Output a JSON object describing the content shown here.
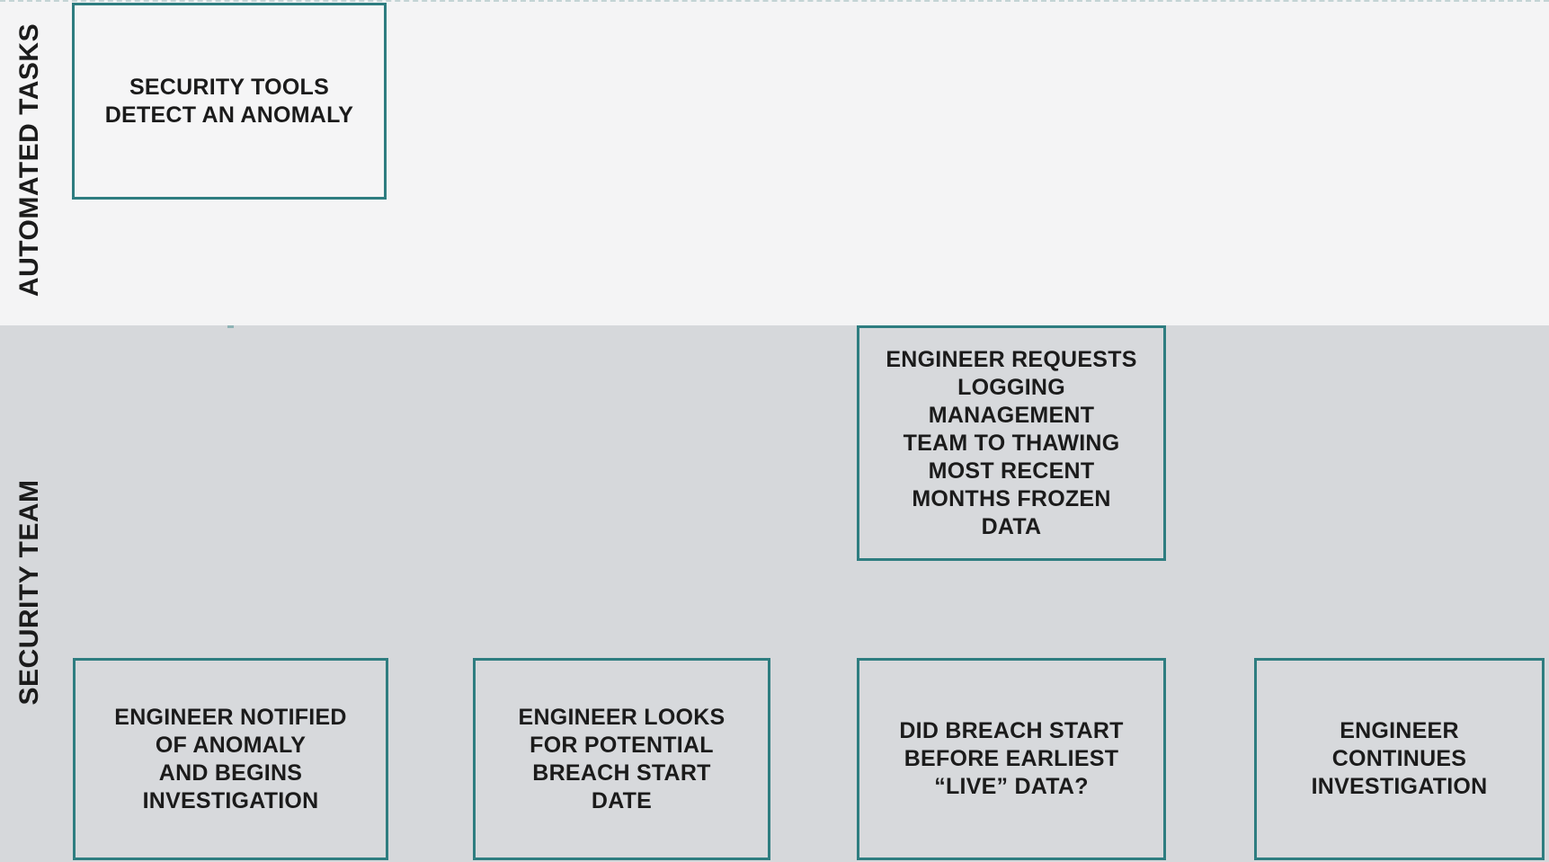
{
  "colors": {
    "accent_teal_border": "#2e7d80",
    "lane_automated_bg": "#f4f4f5",
    "lane_security_bg": "#d6d8db",
    "node_light_fill": "#f5f5f6",
    "node_gray_fill": "#d7d9dc",
    "text": "#1b1b1b",
    "connector_stub": "#8fb3b5"
  },
  "diagram": {
    "type": "swimlane-flowchart",
    "lanes": [
      {
        "label": "AUTOMATED TASKS",
        "nodes": [
          {
            "id": "security-tools-detect-anomaly",
            "text": "SECURITY TOOLS\nDETECT AN ANOMALY"
          }
        ]
      },
      {
        "label": "SECURITY TEAM",
        "nodes": [
          {
            "id": "engineer-requests-thawing",
            "text": "ENGINEER REQUESTS\nLOGGING\nMANAGEMENT\nTEAM TO THAWING\nMOST RECENT\nMONTHS FROZEN\nDATA"
          },
          {
            "id": "engineer-notified",
            "text": "ENGINEER NOTIFIED\nOF ANOMALY\nAND BEGINS\nINVESTIGATION"
          },
          {
            "id": "engineer-looks-for-breach-start",
            "text": "ENGINEER LOOKS\nFOR POTENTIAL\nBREACH START\nDATE"
          },
          {
            "id": "did-breach-start-before-live-data",
            "text": "DID BREACH START\nBEFORE EARLIEST\n“LIVE” DATA?"
          },
          {
            "id": "engineer-continues-investigation",
            "text": "ENGINEER\nCONTINUES\nINVESTIGATION"
          }
        ]
      }
    ]
  }
}
